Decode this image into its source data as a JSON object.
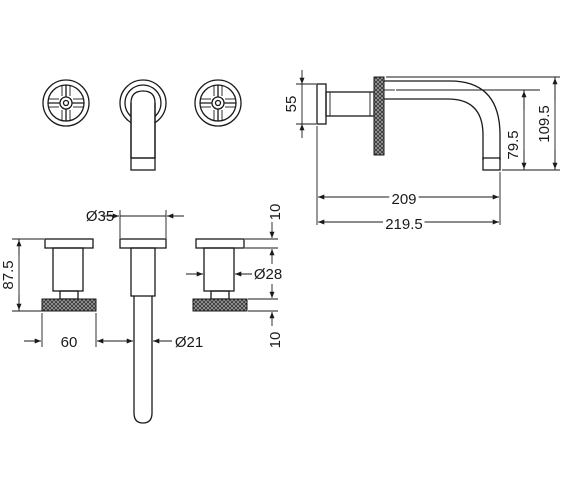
{
  "dimensions": {
    "flange_height": "55",
    "spout_drop": "79.5",
    "overall_height": "109.5",
    "spout_reach": "209",
    "overall_reach": "219.5",
    "flange_diameter": "Ø35",
    "handle_plate_thickness": "10",
    "handle_height": "87.5",
    "body_diameter": "Ø28",
    "handle_width": "60",
    "spout_diameter": "Ø21",
    "wheel_thickness": "10"
  }
}
